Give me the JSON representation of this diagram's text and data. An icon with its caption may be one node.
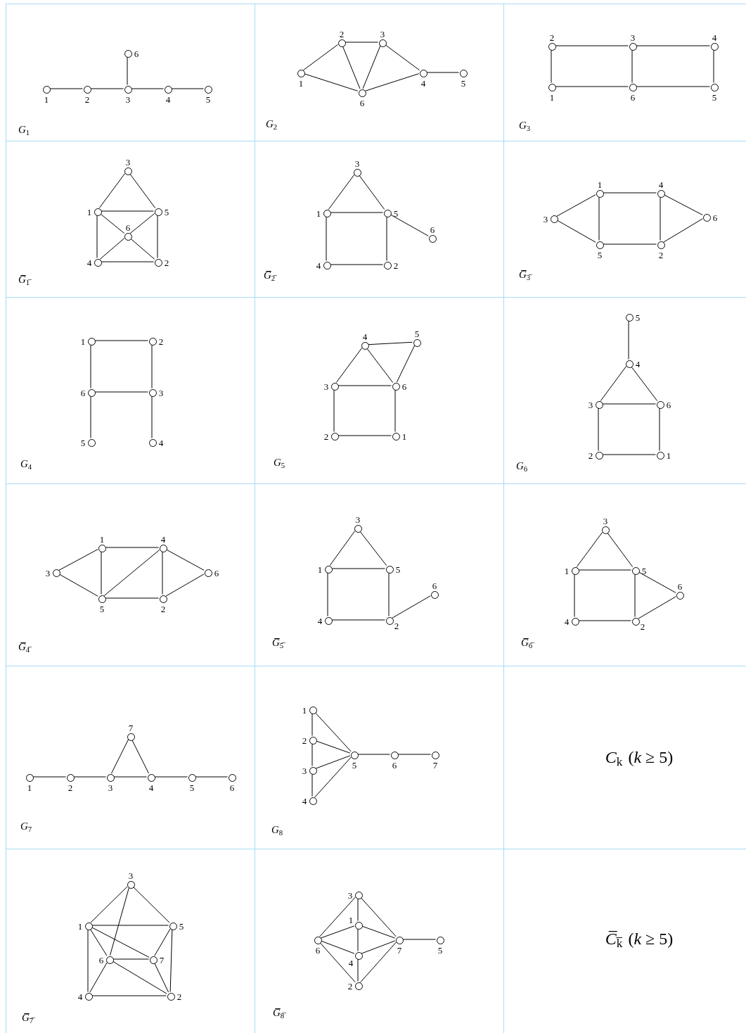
{
  "diagram": {
    "nodes": [
      {
        "text": [
          "*G*$_{1}$"
        ]
      },
      {
        "text": [],
        "shape": "circle",
        "beside": [
          "1"
        ],
        "in": 0
      },
      {
        "text": [],
        "shape": "circle",
        "beside": [
          "2"
        ],
        "in": 0
      },
      {
        "text": [],
        "shape": "circle",
        "beside": [
          "3"
        ],
        "in": 0
      },
      {
        "text": [],
        "shape": "circle",
        "beside": [
          "4"
        ],
        "in": 0
      },
      {
        "text": [],
        "shape": "circle",
        "beside": [
          "5"
        ],
        "in": 0
      },
      {
        "text": [],
        "shape": "circle",
        "beside": [
          "6"
        ],
        "in": 0
      },
      {
        "text": [
          "*G*$_{2}$"
        ]
      },
      {
        "text": [],
        "shape": "circle",
        "beside": [
          "1"
        ],
        "in": 7
      },
      {
        "text": [],
        "shape": "circle",
        "beside": [
          "2"
        ],
        "in": 7
      },
      {
        "text": [],
        "shape": "circle",
        "beside": [
          "3"
        ],
        "in": 7
      },
      {
        "text": [],
        "shape": "circle",
        "beside": [
          "4"
        ],
        "in": 7
      },
      {
        "text": [],
        "shape": "circle",
        "beside": [
          "5"
        ],
        "in": 7
      },
      {
        "text": [],
        "shape": "circle",
        "beside": [
          "6"
        ],
        "in": 7
      },
      {
        "text": [
          "*G*$_{3}$"
        ]
      },
      {
        "text": [],
        "shape": "circle",
        "beside": [
          "1"
        ],
        "in": 14
      },
      {
        "text": [],
        "shape": "circle",
        "beside": [
          "2"
        ],
        "in": 14
      },
      {
        "text": [],
        "shape": "circle",
        "beside": [
          "3"
        ],
        "in": 14
      },
      {
        "text": [],
        "shape": "circle",
        "beside": [
          "4"
        ],
        "in": 14
      },
      {
        "text": [],
        "shape": "circle",
        "beside": [
          "5"
        ],
        "in": 14
      },
      {
        "text": [],
        "shape": "circle",
        "beside": [
          "6"
        ],
        "in": 14
      },
      {
        "text": [
          "*G̅*$_{1̅}$"
        ]
      },
      {
        "text": [],
        "shape": "circle",
        "beside": [
          "1"
        ],
        "in": 21
      },
      {
        "text": [],
        "shape": "circle",
        "beside": [
          "2"
        ],
        "in": 21
      },
      {
        "text": [],
        "shape": "circle",
        "beside": [
          "3"
        ],
        "in": 21
      },
      {
        "text": [],
        "shape": "circle",
        "beside": [
          "4"
        ],
        "in": 21
      },
      {
        "text": [],
        "shape": "circle",
        "beside": [
          "5"
        ],
        "in": 21
      },
      {
        "text": [],
        "shape": "circle",
        "beside": [
          "6"
        ],
        "in": 21
      },
      {
        "text": [
          "*G̅*$_{2̅}$"
        ]
      },
      {
        "text": [],
        "shape": "circle",
        "beside": [
          "1"
        ],
        "in": 28
      },
      {
        "text": [],
        "shape": "circle",
        "beside": [
          "2"
        ],
        "in": 28
      },
      {
        "text": [],
        "shape": "circle",
        "beside": [
          "3"
        ],
        "in": 28
      },
      {
        "text": [],
        "shape": "circle",
        "beside": [
          "4"
        ],
        "in": 28
      },
      {
        "text": [],
        "shape": "circle",
        "beside": [
          "5"
        ],
        "in": 28
      },
      {
        "text": [],
        "shape": "circle",
        "beside": [
          "6"
        ],
        "in": 28
      },
      {
        "text": [
          "*G̅*$_{3̅}$"
        ]
      },
      {
        "text": [],
        "shape": "circle",
        "beside": [
          "1"
        ],
        "in": 35
      },
      {
        "text": [],
        "shape": "circle",
        "beside": [
          "2"
        ],
        "in": 35
      },
      {
        "text": [],
        "shape": "circle",
        "beside": [
          "3"
        ],
        "in": 35
      },
      {
        "text": [],
        "shape": "circle",
        "beside": [
          "4"
        ],
        "in": 35
      },
      {
        "text": [],
        "shape": "circle",
        "beside": [
          "5"
        ],
        "in": 35
      },
      {
        "text": [],
        "shape": "circle",
        "beside": [
          "6"
        ],
        "in": 35
      },
      {
        "text": [
          "*G*$_{4}$"
        ]
      },
      {
        "text": [],
        "shape": "circle",
        "beside": [
          "1"
        ],
        "in": 42
      },
      {
        "text": [],
        "shape": "circle",
        "beside": [
          "2"
        ],
        "in": 42
      },
      {
        "text": [],
        "shape": "circle",
        "beside": [
          "3"
        ],
        "in": 42
      },
      {
        "text": [],
        "shape": "circle",
        "beside": [
          "4"
        ],
        "in": 42
      },
      {
        "text": [],
        "shape": "circle",
        "beside": [
          "5"
        ],
        "in": 42
      },
      {
        "text": [],
        "shape": "circle",
        "beside": [
          "6"
        ],
        "in": 42
      },
      {
        "text": [
          "*G*$_{5}$"
        ]
      },
      {
        "text": [],
        "shape": "circle",
        "beside": [
          "1"
        ],
        "in": 49
      },
      {
        "text": [],
        "shape": "circle",
        "beside": [
          "2"
        ],
        "in": 49
      },
      {
        "text": [],
        "shape": "circle",
        "beside": [
          "3"
        ],
        "in": 49
      },
      {
        "text": [],
        "shape": "circle",
        "beside": [
          "4"
        ],
        "in": 49
      },
      {
        "text": [],
        "shape": "circle",
        "beside": [
          "5"
        ],
        "in": 49
      },
      {
        "text": [],
        "shape": "circle",
        "beside": [
          "6"
        ],
        "in": 49
      },
      {
        "text": [
          "*G*$_{6}$"
        ]
      },
      {
        "text": [],
        "shape": "circle",
        "beside": [
          "1"
        ],
        "in": 56
      },
      {
        "text": [],
        "shape": "circle",
        "beside": [
          "2"
        ],
        "in": 56
      },
      {
        "text": [],
        "shape": "circle",
        "beside": [
          "3"
        ],
        "in": 56
      },
      {
        "text": [],
        "shape": "circle",
        "beside": [
          "4"
        ],
        "in": 56
      },
      {
        "text": [],
        "shape": "circle",
        "beside": [
          "5"
        ],
        "in": 56
      },
      {
        "text": [],
        "shape": "circle",
        "beside": [
          "6"
        ],
        "in": 56
      },
      {
        "text": [
          "*G̅*$_{4̅}$"
        ]
      },
      {
        "text": [],
        "shape": "circle",
        "beside": [
          "1"
        ],
        "in": 63
      },
      {
        "text": [],
        "shape": "circle",
        "beside": [
          "2"
        ],
        "in": 63
      },
      {
        "text": [],
        "shape": "circle",
        "beside": [
          "3"
        ],
        "in": 63
      },
      {
        "text": [],
        "shape": "circle",
        "beside": [
          "4"
        ],
        "in": 63
      },
      {
        "text": [],
        "shape": "circle",
        "beside": [
          "5"
        ],
        "in": 63
      },
      {
        "text": [],
        "shape": "circle",
        "beside": [
          "6"
        ],
        "in": 63
      },
      {
        "text": [
          "*G̅*$_{5̅}$"
        ]
      },
      {
        "text": [],
        "shape": "circle",
        "beside": [
          "1"
        ],
        "in": 70
      },
      {
        "text": [],
        "shape": "circle",
        "beside": [
          "2"
        ],
        "in": 70
      },
      {
        "text": [],
        "shape": "circle",
        "beside": [
          "3"
        ],
        "in": 70
      },
      {
        "text": [],
        "shape": "circle",
        "beside": [
          "4"
        ],
        "in": 70
      },
      {
        "text": [],
        "shape": "circle",
        "beside": [
          "5"
        ],
        "in": 70
      },
      {
        "text": [],
        "shape": "circle",
        "beside": [
          "6"
        ],
        "in": 70
      },
      {
        "text": [
          "*G̅*$_{6̅}$"
        ]
      },
      {
        "text": [],
        "shape": "circle",
        "beside": [
          "1"
        ],
        "in": 77
      },
      {
        "text": [],
        "shape": "circle",
        "beside": [
          "2"
        ],
        "in": 77
      },
      {
        "text": [],
        "shape": "circle",
        "beside": [
          "3"
        ],
        "in": 77
      },
      {
        "text": [],
        "shape": "circle",
        "beside": [
          "4"
        ],
        "in": 77
      },
      {
        "text": [],
        "shape": "circle",
        "beside": [
          "5"
        ],
        "in": 77
      },
      {
        "text": [],
        "shape": "circle",
        "beside": [
          "6"
        ],
        "in": 77
      },
      {
        "text": [
          "*G*$_{7}$"
        ]
      },
      {
        "text": [],
        "shape": "circle",
        "beside": [
          "1"
        ],
        "in": 84
      },
      {
        "text": [],
        "shape": "circle",
        "beside": [
          "2"
        ],
        "in": 84
      },
      {
        "text": [],
        "shape": "circle",
        "beside": [
          "3"
        ],
        "in": 84
      },
      {
        "text": [],
        "shape": "circle",
        "beside": [
          "4"
        ],
        "in": 84
      },
      {
        "text": [],
        "shape": "circle",
        "beside": [
          "5"
        ],
        "in": 84
      },
      {
        "text": [],
        "shape": "circle",
        "beside": [
          "6"
        ],
        "in": 84
      },
      {
        "text": [],
        "shape": "circle",
        "beside": [
          "7"
        ],
        "in": 84
      },
      {
        "text": [
          "*G*$_{8}$"
        ]
      },
      {
        "text": [],
        "shape": "circle",
        "beside": [
          "1"
        ],
        "in": 92
      },
      {
        "text": [],
        "shape": "circle",
        "beside": [
          "2"
        ],
        "in": 92
      },
      {
        "text": [],
        "shape": "circle",
        "beside": [
          "3"
        ],
        "in": 92
      },
      {
        "text": [],
        "shape": "circle",
        "beside": [
          "4"
        ],
        "in": 92
      },
      {
        "text": [],
        "shape": "circle",
        "beside": [
          "5"
        ],
        "in": 92
      },
      {
        "text": [],
        "shape": "circle",
        "beside": [
          "6"
        ],
        "in": 92
      },
      {
        "text": [],
        "shape": "circle",
        "beside": [
          "7"
        ],
        "in": 92
      },
      {
        "text": [
          "*C*$_{k}$",
          "(*k* ≥ 5)"
        ]
      },
      {
        "text": [
          "*G̅*$_{7̅}$"
        ]
      },
      {
        "text": [],
        "shape": "circle",
        "beside": [
          "1"
        ],
        "in": 101
      },
      {
        "text": [],
        "shape": "circle",
        "beside": [
          "2"
        ],
        "in": 101
      },
      {
        "text": [],
        "shape": "circle",
        "beside": [
          "3"
        ],
        "in": 101
      },
      {
        "text": [],
        "shape": "circle",
        "beside": [
          "4"
        ],
        "in": 101
      },
      {
        "text": [],
        "shape": "circle",
        "beside": [
          "5"
        ],
        "in": 101
      },
      {
        "text": [],
        "shape": "circle",
        "beside": [
          "6"
        ],
        "in": 101
      },
      {
        "text": [],
        "shape": "circle",
        "beside": [
          "7"
        ],
        "in": 101
      },
      {
        "text": [
          "*G̅*$_{8̅}$"
        ]
      },
      {
        "text": [],
        "shape": "circle",
        "beside": [
          "1"
        ],
        "in": 109
      },
      {
        "text": [],
        "shape": "circle",
        "beside": [
          "2"
        ],
        "in": 109
      },
      {
        "text": [],
        "shape": "circle",
        "beside": [
          "3"
        ],
        "in": 109
      },
      {
        "text": [],
        "shape": "circle",
        "beside": [
          "4"
        ],
        "in": 109
      },
      {
        "text": [],
        "shape": "circle",
        "beside": [
          "5"
        ],
        "in": 109
      },
      {
        "text": [],
        "shape": "circle",
        "beside": [
          "6"
        ],
        "in": 109
      },
      {
        "text": [],
        "shape": "circle",
        "beside": [
          "7"
        ],
        "in": 109
      },
      {
        "text": [
          "*C̅*$_{k̅}$",
          "(*k* ≥ 5)"
        ]
      }
    ],
    "edges": [
      {
        "from": 1,
        "to": 2,
        "arrow": "none"
      },
      {
        "from": 2,
        "to": 3,
        "arrow": "none"
      },
      {
        "from": 3,
        "to": 4,
        "arrow": "none"
      },
      {
        "from": 4,
        "to": 5,
        "arrow": "none"
      },
      {
        "from": 3,
        "to": 6,
        "arrow": "none"
      },
      {
        "from": 8,
        "to": 9,
        "arrow": "none"
      },
      {
        "from": 8,
        "to": 13,
        "arrow": "none"
      },
      {
        "from": 9,
        "to": 10,
        "arrow": "none"
      },
      {
        "from": 9,
        "to": 13,
        "arrow": "none"
      },
      {
        "from": 10,
        "to": 13,
        "arrow": "none"
      },
      {
        "from": 10,
        "to": 11,
        "arrow": "none"
      },
      {
        "from": 11,
        "to": 13,
        "arrow": "none"
      },
      {
        "from": 11,
        "to": 12,
        "arrow": "none"
      },
      {
        "from": 15,
        "to": 16,
        "arrow": "none"
      },
      {
        "from": 16,
        "to": 17,
        "arrow": "none"
      },
      {
        "from": 17,
        "to": 18,
        "arrow": "none"
      },
      {
        "from": 18,
        "to": 19,
        "arrow": "none"
      },
      {
        "from": 19,
        "to": 20,
        "arrow": "none"
      },
      {
        "from": 20,
        "to": 15,
        "arrow": "none"
      },
      {
        "from": 17,
        "to": 20,
        "arrow": "none"
      },
      {
        "from": 24,
        "to": 22,
        "arrow": "none"
      },
      {
        "from": 24,
        "to": 26,
        "arrow": "none"
      },
      {
        "from": 22,
        "to": 26,
        "arrow": "none"
      },
      {
        "from": 22,
        "to": 25,
        "arrow": "none"
      },
      {
        "from": 22,
        "to": 27,
        "arrow": "none"
      },
      {
        "from": 26,
        "to": 27,
        "arrow": "none"
      },
      {
        "from": 26,
        "to": 23,
        "arrow": "none"
      },
      {
        "from": 25,
        "to": 27,
        "arrow": "none"
      },
      {
        "from": 27,
        "to": 23,
        "arrow": "none"
      },
      {
        "from": 25,
        "to": 23,
        "arrow": "none"
      },
      {
        "from": 31,
        "to": 29,
        "arrow": "none"
      },
      {
        "from": 31,
        "to": 33,
        "arrow": "none"
      },
      {
        "from": 29,
        "to": 33,
        "arrow": "none"
      },
      {
        "from": 29,
        "to": 32,
        "arrow": "none"
      },
      {
        "from": 33,
        "to": 30,
        "arrow": "none"
      },
      {
        "from": 32,
        "to": 30,
        "arrow": "none"
      },
      {
        "from": 33,
        "to": 34,
        "arrow": "none"
      },
      {
        "from": 38,
        "to": 36,
        "arrow": "none"
      },
      {
        "from": 38,
        "to": 40,
        "arrow": "none"
      },
      {
        "from": 36,
        "to": 39,
        "arrow": "none"
      },
      {
        "from": 36,
        "to": 40,
        "arrow": "none"
      },
      {
        "from": 39,
        "to": 37,
        "arrow": "none"
      },
      {
        "from": 40,
        "to": 37,
        "arrow": "none"
      },
      {
        "from": 39,
        "to": 41,
        "arrow": "none"
      },
      {
        "from": 37,
        "to": 41,
        "arrow": "none"
      },
      {
        "from": 43,
        "to": 44,
        "arrow": "none"
      },
      {
        "from": 43,
        "to": 48,
        "arrow": "none"
      },
      {
        "from": 44,
        "to": 45,
        "arrow": "none"
      },
      {
        "from": 48,
        "to": 45,
        "arrow": "none"
      },
      {
        "from": 48,
        "to": 47,
        "arrow": "none"
      },
      {
        "from": 45,
        "to": 46,
        "arrow": "none"
      },
      {
        "from": 51,
        "to": 50,
        "arrow": "none"
      },
      {
        "from": 51,
        "to": 52,
        "arrow": "none"
      },
      {
        "from": 50,
        "to": 55,
        "arrow": "none"
      },
      {
        "from": 52,
        "to": 55,
        "arrow": "none"
      },
      {
        "from": 52,
        "to": 53,
        "arrow": "none"
      },
      {
        "from": 53,
        "to": 55,
        "arrow": "none"
      },
      {
        "from": 53,
        "to": 54,
        "arrow": "none"
      },
      {
        "from": 54,
        "to": 55,
        "arrow": "none"
      },
      {
        "from": 58,
        "to": 57,
        "arrow": "none"
      },
      {
        "from": 58,
        "to": 59,
        "arrow": "none"
      },
      {
        "from": 57,
        "to": 62,
        "arrow": "none"
      },
      {
        "from": 59,
        "to": 62,
        "arrow": "none"
      },
      {
        "from": 59,
        "to": 60,
        "arrow": "none"
      },
      {
        "from": 60,
        "to": 62,
        "arrow": "none"
      },
      {
        "from": 60,
        "to": 61,
        "arrow": "none"
      },
      {
        "from": 66,
        "to": 64,
        "arrow": "none"
      },
      {
        "from": 66,
        "to": 68,
        "arrow": "none"
      },
      {
        "from": 64,
        "to": 67,
        "arrow": "none"
      },
      {
        "from": 64,
        "to": 68,
        "arrow": "none"
      },
      {
        "from": 68,
        "to": 67,
        "arrow": "none"
      },
      {
        "from": 67,
        "to": 65,
        "arrow": "none"
      },
      {
        "from": 68,
        "to": 65,
        "arrow": "none"
      },
      {
        "from": 67,
        "to": 69,
        "arrow": "none"
      },
      {
        "from": 65,
        "to": 69,
        "arrow": "none"
      },
      {
        "from": 73,
        "to": 71,
        "arrow": "none"
      },
      {
        "from": 73,
        "to": 75,
        "arrow": "none"
      },
      {
        "from": 71,
        "to": 75,
        "arrow": "none"
      },
      {
        "from": 71,
        "to": 74,
        "arrow": "none"
      },
      {
        "from": 74,
        "to": 72,
        "arrow": "none"
      },
      {
        "from": 75,
        "to": 72,
        "arrow": "none"
      },
      {
        "from": 72,
        "to": 76,
        "arrow": "none"
      },
      {
        "from": 80,
        "to": 78,
        "arrow": "none"
      },
      {
        "from": 80,
        "to": 82,
        "arrow": "none"
      },
      {
        "from": 78,
        "to": 82,
        "arrow": "none"
      },
      {
        "from": 78,
        "to": 81,
        "arrow": "none"
      },
      {
        "from": 81,
        "to": 79,
        "arrow": "none"
      },
      {
        "from": 82,
        "to": 79,
        "arrow": "none"
      },
      {
        "from": 82,
        "to": 83,
        "arrow": "none"
      },
      {
        "from": 79,
        "to": 83,
        "arrow": "none"
      },
      {
        "from": 85,
        "to": 86,
        "arrow": "none"
      },
      {
        "from": 86,
        "to": 87,
        "arrow": "none"
      },
      {
        "from": 87,
        "to": 88,
        "arrow": "none"
      },
      {
        "from": 88,
        "to": 89,
        "arrow": "none"
      },
      {
        "from": 89,
        "to": 90,
        "arrow": "none"
      },
      {
        "from": 87,
        "to": 91,
        "arrow": "none"
      },
      {
        "from": 88,
        "to": 91,
        "arrow": "none"
      },
      {
        "from": 93,
        "to": 94,
        "arrow": "none"
      },
      {
        "from": 94,
        "to": 95,
        "arrow": "none"
      },
      {
        "from": 95,
        "to": 96,
        "arrow": "none"
      },
      {
        "from": 93,
        "to": 97,
        "arrow": "none"
      },
      {
        "from": 94,
        "to": 97,
        "arrow": "none"
      },
      {
        "from": 95,
        "to": 97,
        "arrow": "none"
      },
      {
        "from": 96,
        "to": 97,
        "arrow": "none"
      },
      {
        "from": 97,
        "to": 98,
        "arrow": "none"
      },
      {
        "from": 98,
        "to": 99,
        "arrow": "none"
      },
      {
        "from": 104,
        "to": 102,
        "arrow": "none"
      },
      {
        "from": 104,
        "to": 106,
        "arrow": "none"
      },
      {
        "from": 104,
        "to": 107,
        "arrow": "none"
      },
      {
        "from": 102,
        "to": 106,
        "arrow": "none"
      },
      {
        "from": 102,
        "to": 105,
        "arrow": "none"
      },
      {
        "from": 102,
        "to": 107,
        "arrow": "none"
      },
      {
        "from": 102,
        "to": 108,
        "arrow": "none"
      },
      {
        "from": 106,
        "to": 108,
        "arrow": "none"
      },
      {
        "from": 106,
        "to": 103,
        "arrow": "none"
      },
      {
        "from": 107,
        "to": 108,
        "arrow": "none"
      },
      {
        "from": 107,
        "to": 105,
        "arrow": "none"
      },
      {
        "from": 107,
        "to": 103,
        "arrow": "none"
      },
      {
        "from": 105,
        "to": 103,
        "arrow": "none"
      },
      {
        "from": 108,
        "to": 103,
        "arrow": "none"
      },
      {
        "from": 112,
        "to": 110,
        "arrow": "none"
      },
      {
        "from": 110,
        "to": 113,
        "arrow": "none"
      },
      {
        "from": 113,
        "to": 111,
        "arrow": "none"
      },
      {
        "from": 115,
        "to": 112,
        "arrow": "none"
      },
      {
        "from": 115,
        "to": 110,
        "arrow": "none"
      },
      {
        "from": 115,
        "to": 113,
        "arrow": "none"
      },
      {
        "from": 115,
        "to": 111,
        "arrow": "none"
      },
      {
        "from": 112,
        "to": 116,
        "arrow": "none"
      },
      {
        "from": 110,
        "to": 116,
        "arrow": "none"
      },
      {
        "from": 113,
        "to": 116,
        "arrow": "none"
      },
      {
        "from": 111,
        "to": 116,
        "arrow": "none"
      },
      {
        "from": 116,
        "to": 114,
        "arrow": "none"
      }
    ]
  }
}
